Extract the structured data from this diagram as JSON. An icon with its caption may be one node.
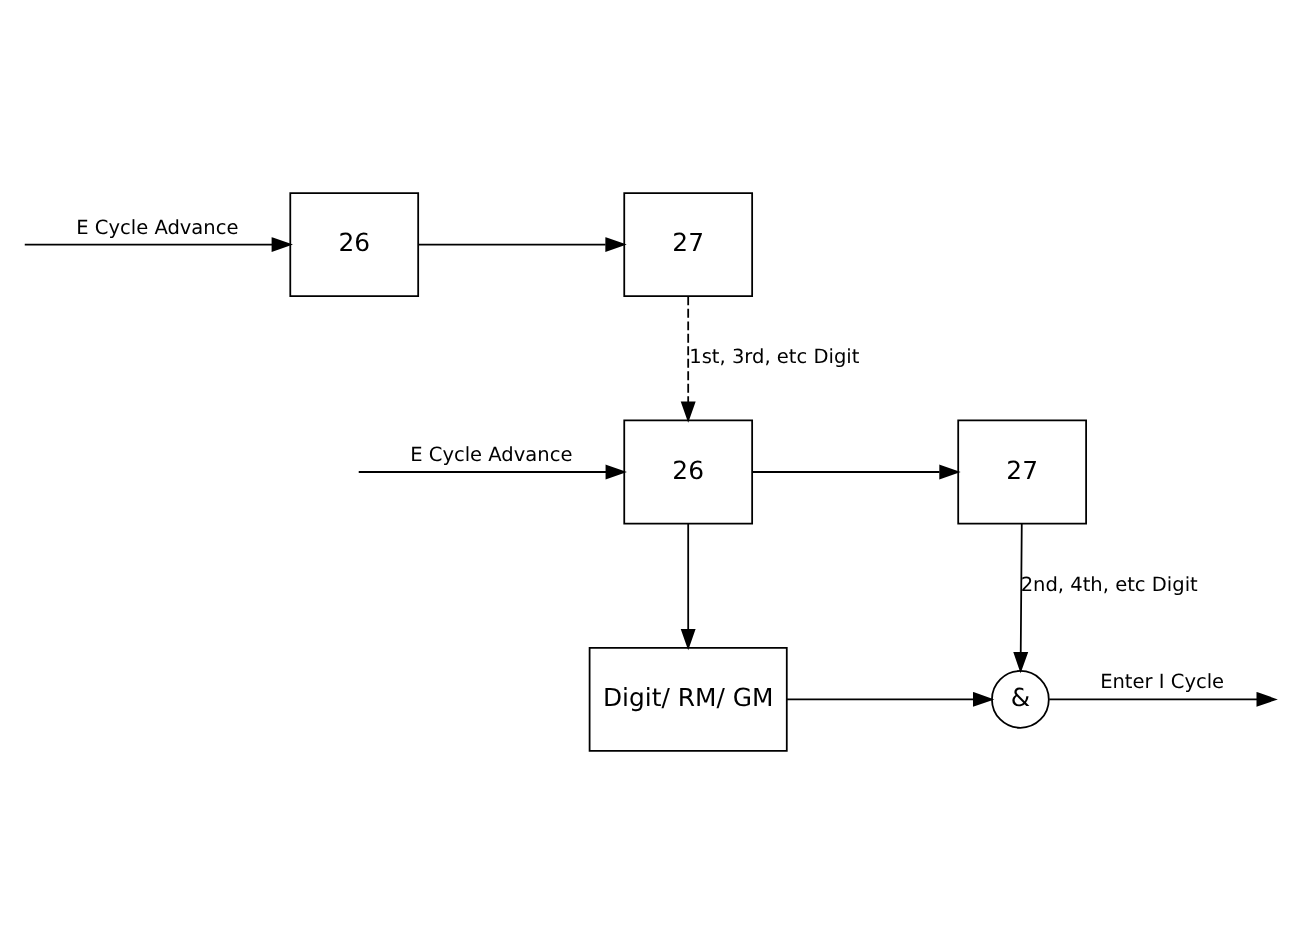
{
  "diagram": {
    "nodes": [
      {
        "text": [
          "26"
        ]
      },
      {
        "text": [
          "27"
        ]
      },
      {
        "text": [
          "26"
        ]
      },
      {
        "text": [
          "27"
        ]
      },
      {
        "text": [
          "Digit/ RM/ GM"
        ]
      },
      {
        "text": [
          "&"
        ]
      }
    ],
    "edges": [
      {
        "from": null,
        "to": 0,
        "arrow": "to",
        "label": "E Cycle Advance"
      },
      {
        "from": 0,
        "to": 1,
        "arrow": "to"
      },
      {
        "from": 1,
        "to": 2,
        "arrow": "to",
        "style": "dashed",
        "label": "1st, 3rd, etc Digit"
      },
      {
        "from": null,
        "to": 2,
        "arrow": "to",
        "label": "E Cycle Advance"
      },
      {
        "from": 2,
        "to": 3,
        "arrow": "to"
      },
      {
        "from": 3,
        "to": 5,
        "arrow": "to",
        "label": "2nd, 4th, etc Digit"
      },
      {
        "from": 2,
        "to": 4,
        "arrow": "to"
      },
      {
        "from": 4,
        "to": 5,
        "arrow": "to"
      },
      {
        "from": 5,
        "to": null,
        "arrow": "to",
        "label": "Enter I Cycle"
      }
    ]
  }
}
